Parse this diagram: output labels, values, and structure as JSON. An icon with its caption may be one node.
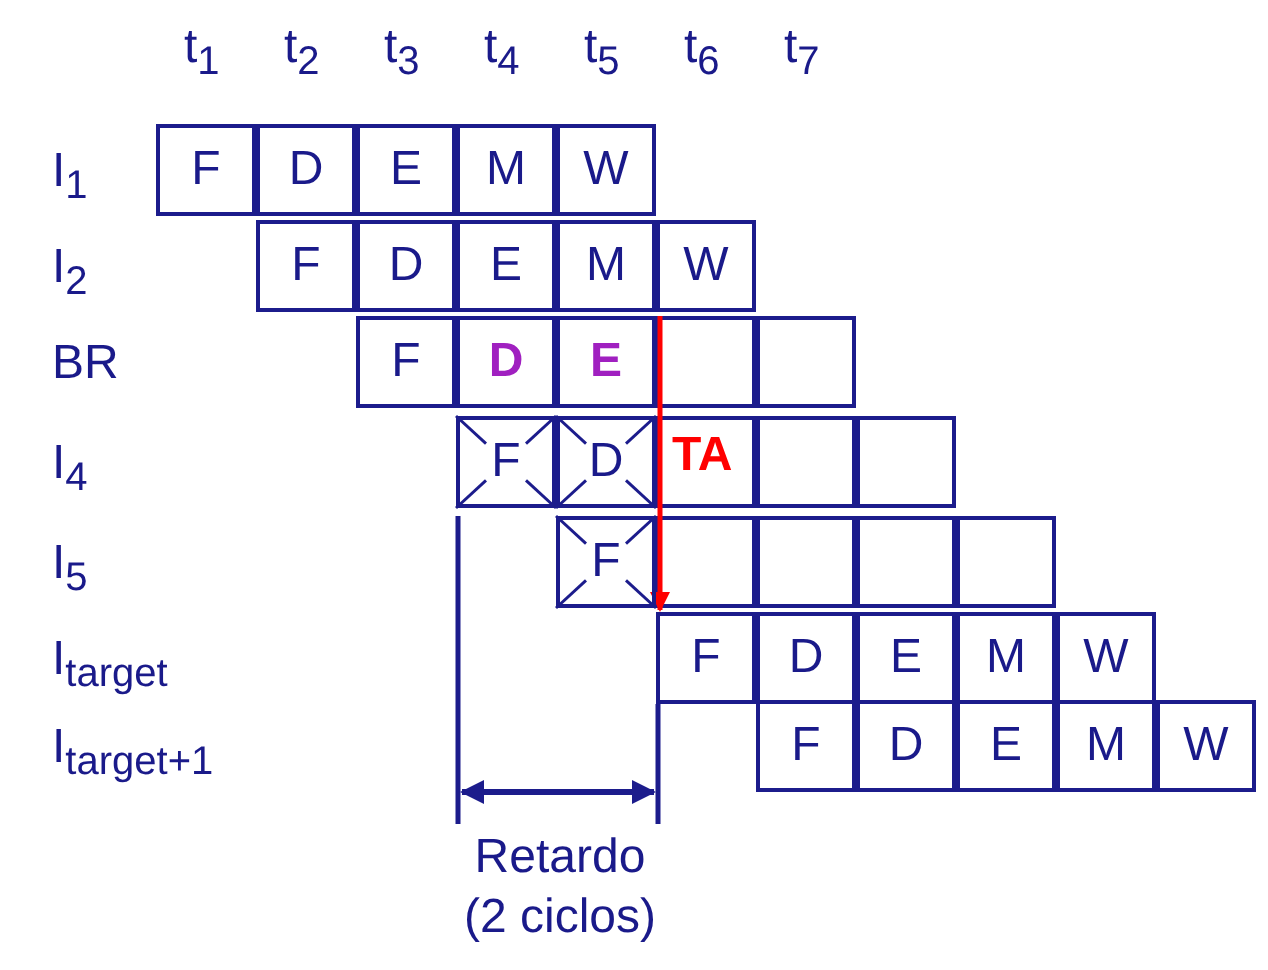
{
  "diagram": {
    "labels": [
      "t$_{1}$",
      "t$_{2}$",
      "t$_{3}$",
      "t$_{4}$",
      "t$_{5}$",
      "t$_{6}$",
      "t$_{7}$",
      "I$_{1}$",
      "F",
      "D",
      "E",
      "M",
      "W",
      "I$_{2}$",
      "F",
      "D",
      "E",
      "M",
      "W",
      "BR",
      "F",
      "D",
      "E",
      "I$_{4}$",
      "F",
      "D",
      "TA",
      "I$_{5}$",
      "F",
      "I$_{target}$",
      "F",
      "D",
      "E",
      "M",
      "W",
      "I$_{target+1}$",
      "F",
      "D",
      "E",
      "M",
      "W",
      "Retardo (2 ciclos)"
    ]
  }
}
